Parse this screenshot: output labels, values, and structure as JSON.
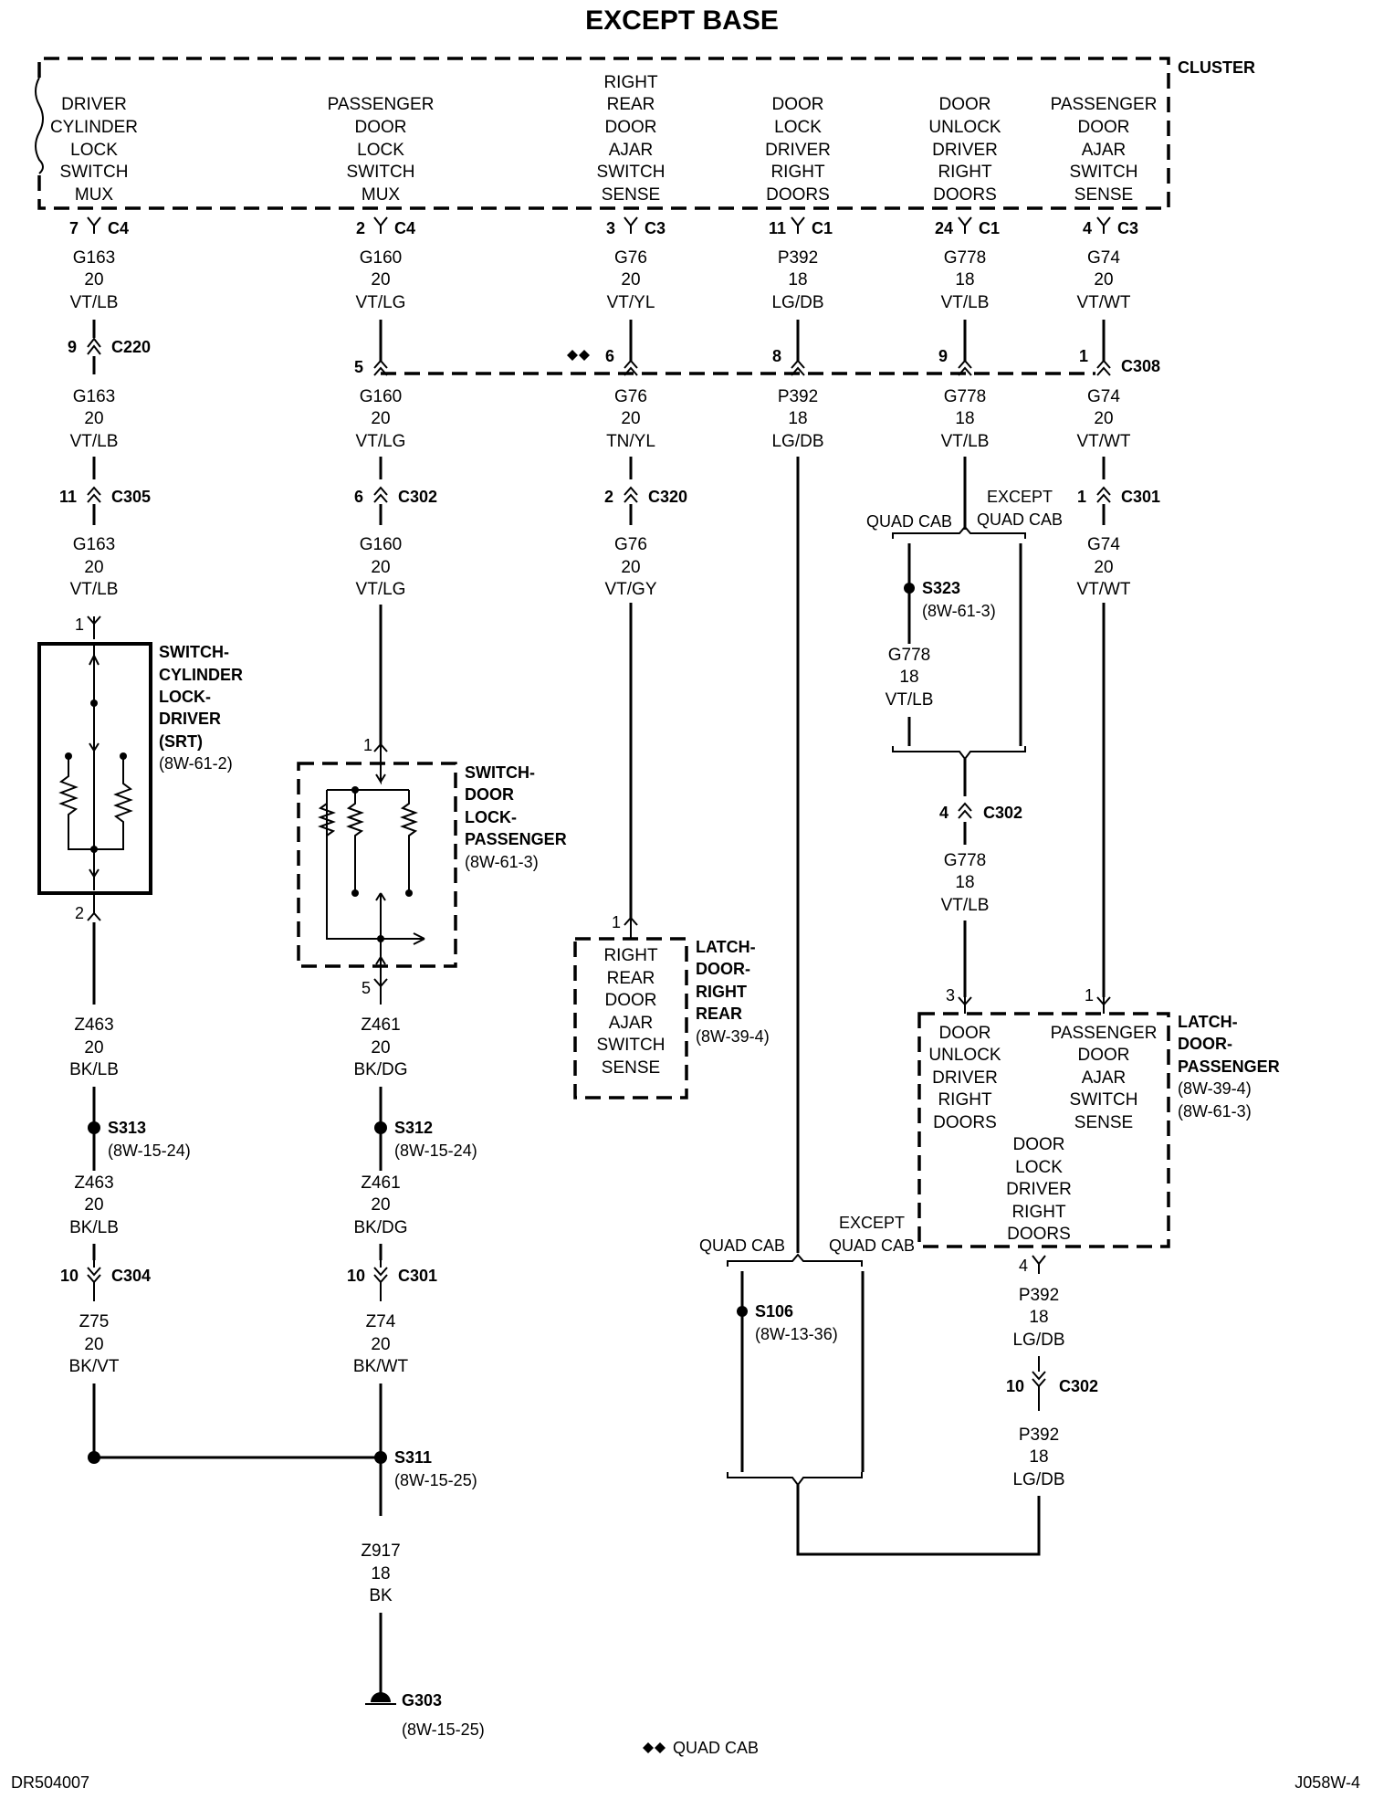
{
  "title": "EXCEPT BASE",
  "cluster": {
    "label": "CLUSTER",
    "pins": [
      {
        "lines": [
          "DRIVER",
          "CYLINDER",
          "LOCK",
          "SWITCH",
          "MUX"
        ]
      },
      {
        "lines": [
          "PASSENGER",
          "DOOR",
          "LOCK",
          "SWITCH",
          "MUX"
        ]
      },
      {
        "lines": [
          "RIGHT",
          "REAR",
          "DOOR",
          "AJAR",
          "SWITCH",
          "SENSE"
        ]
      },
      {
        "lines": [
          "DOOR",
          "LOCK",
          "DRIVER",
          "RIGHT",
          "DOORS"
        ]
      },
      {
        "lines": [
          "DOOR",
          "UNLOCK",
          "DRIVER",
          "RIGHT",
          "DOORS"
        ]
      },
      {
        "lines": [
          "PASSENGER",
          "DOOR",
          "AJAR",
          "SWITCH",
          "SENSE"
        ]
      }
    ]
  },
  "cluster_pins": [
    {
      "pin": "7",
      "conn": "C4"
    },
    {
      "pin": "2",
      "conn": "C4"
    },
    {
      "pin": "3",
      "conn": "C3"
    },
    {
      "pin": "11",
      "conn": "C1"
    },
    {
      "pin": "24",
      "conn": "C1"
    },
    {
      "pin": "4",
      "conn": "C3"
    }
  ],
  "wires": [
    [
      "G163",
      "20",
      "VT/LB"
    ],
    [
      "G160",
      "20",
      "VT/LG"
    ],
    [
      "G76",
      "20",
      "VT/YL"
    ],
    [
      "P392",
      "18",
      "LG/DB"
    ],
    [
      "G778",
      "18",
      "VT/LB"
    ],
    [
      "G74",
      "20",
      "VT/WT"
    ],
    [
      "G163",
      "20",
      "VT/LB"
    ],
    [
      "G160",
      "20",
      "VT/LG"
    ],
    [
      "G76",
      "20",
      "TN/YL"
    ],
    [
      "P392",
      "18",
      "LG/DB"
    ],
    [
      "G778",
      "18",
      "VT/LB"
    ],
    [
      "G74",
      "20",
      "VT/WT"
    ],
    [
      "G163",
      "20",
      "VT/LB"
    ],
    [
      "G160",
      "20",
      "VT/LG"
    ],
    [
      "G76",
      "20",
      "VT/GY"
    ],
    [
      "G74",
      "20",
      "VT/WT"
    ],
    [
      "G778",
      "18",
      "VT/LB"
    ],
    [
      "G778",
      "18",
      "VT/LB"
    ],
    [
      "Z463",
      "20",
      "BK/LB"
    ],
    [
      "Z461",
      "20",
      "BK/DG"
    ],
    [
      "Z463",
      "20",
      "BK/LB"
    ],
    [
      "Z461",
      "20",
      "BK/DG"
    ],
    [
      "Z75",
      "20",
      "BK/VT"
    ],
    [
      "Z74",
      "20",
      "BK/WT"
    ],
    [
      "Z917",
      "18",
      "BK"
    ],
    [
      "P392",
      "18",
      "LG/DB"
    ],
    [
      "P392",
      "18",
      "LG/DB"
    ]
  ],
  "conn_c220": {
    "pin": "9",
    "name": "C220"
  },
  "conn_c308": {
    "pins": [
      "5",
      "6",
      "8",
      "9",
      "1"
    ],
    "name": "C308"
  },
  "conn_c305": {
    "pin": "11",
    "name": "C305"
  },
  "conn_c302a": {
    "pin": "6",
    "name": "C302"
  },
  "conn_c320": {
    "pin": "2",
    "name": "C320"
  },
  "conn_c301a": {
    "pin": "1",
    "name": "C301"
  },
  "conn_c302b": {
    "pin": "4",
    "name": "C302"
  },
  "conn_c304": {
    "pin": "10",
    "name": "C304"
  },
  "conn_c301b": {
    "pin": "10",
    "name": "C301"
  },
  "conn_c302c": {
    "pin": "10",
    "name": "C302"
  },
  "splices": {
    "s323": {
      "name": "S323",
      "ref": "(8W-61-3)"
    },
    "s313": {
      "name": "S313",
      "ref": "(8W-15-24)"
    },
    "s312": {
      "name": "S312",
      "ref": "(8W-15-24)"
    },
    "s311": {
      "name": "S311",
      "ref": "(8W-15-25)"
    },
    "s106": {
      "name": "S106",
      "ref": "(8W-13-36)"
    },
    "g303": {
      "name": "G303",
      "ref": "(8W-15-25)"
    }
  },
  "options": {
    "quad_cab": "QUAD CAB",
    "except_1": "EXCEPT",
    "except_2": "QUAD CAB"
  },
  "components": {
    "switch_driver": {
      "lines": [
        "SWITCH-",
        "CYLINDER",
        "LOCK-",
        "DRIVER",
        "(SRT)"
      ],
      "ref": "(8W-61-2)",
      "pin_top": "1",
      "pin_bottom": "2"
    },
    "switch_pass": {
      "lines": [
        "SWITCH-",
        "DOOR",
        "LOCK-",
        "PASSENGER"
      ],
      "ref": "(8W-61-3)",
      "pin_top": "1",
      "pin_bottom": "5"
    },
    "latch_rr": {
      "lines": [
        "LATCH-",
        "DOOR-",
        "RIGHT",
        "REAR"
      ],
      "ref": "(8W-39-4)",
      "inner": [
        "RIGHT",
        "REAR",
        "DOOR",
        "AJAR",
        "SWITCH",
        "SENSE"
      ],
      "pin_top": "1"
    },
    "latch_pass": {
      "lines": [
        "LATCH-",
        "DOOR-",
        "PASSENGER"
      ],
      "refs": [
        "(8W-39-4)",
        "(8W-61-3)"
      ],
      "inner_left": [
        "DOOR",
        "UNLOCK",
        "DRIVER",
        "RIGHT",
        "DOORS"
      ],
      "inner_right": [
        "PASSENGER",
        "DOOR",
        "AJAR",
        "SWITCH",
        "SENSE"
      ],
      "inner_center": [
        "DOOR",
        "LOCK",
        "DRIVER",
        "RIGHT",
        "DOORS"
      ],
      "pin_left": "3",
      "pin_right": "1",
      "pin_bottom": "4"
    }
  },
  "footnote": "QUAD CAB",
  "footer_left": "DR504007",
  "footer_right": "J058W-4"
}
